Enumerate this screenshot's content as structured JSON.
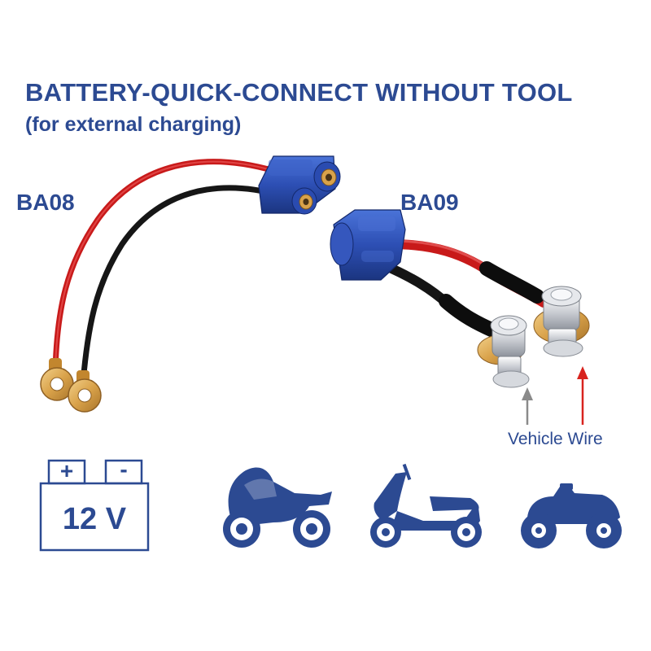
{
  "title": "BATTERY-QUICK-CONNECT WITHOUT TOOL",
  "subtitle": "(for external charging)",
  "products": [
    {
      "label": "BA08"
    },
    {
      "label": "BA09"
    }
  ],
  "annotation": {
    "label": "Vehicle Wire"
  },
  "battery": {
    "plus": "+",
    "minus": "-",
    "voltage": "12 V"
  },
  "vehicle_icons": [
    "motorcycle-icon",
    "scooter-icon",
    "quad-atv-icon"
  ],
  "colors": {
    "brand_blue": "#2c4a92",
    "connector_blue": "#2d4fb4",
    "wire_red": "#d11d1d",
    "wire_black": "#1a1a1a",
    "ring_gold": "#d9a24a",
    "arrow_grey": "#8a8a8a",
    "arrow_red": "#d8231e"
  }
}
